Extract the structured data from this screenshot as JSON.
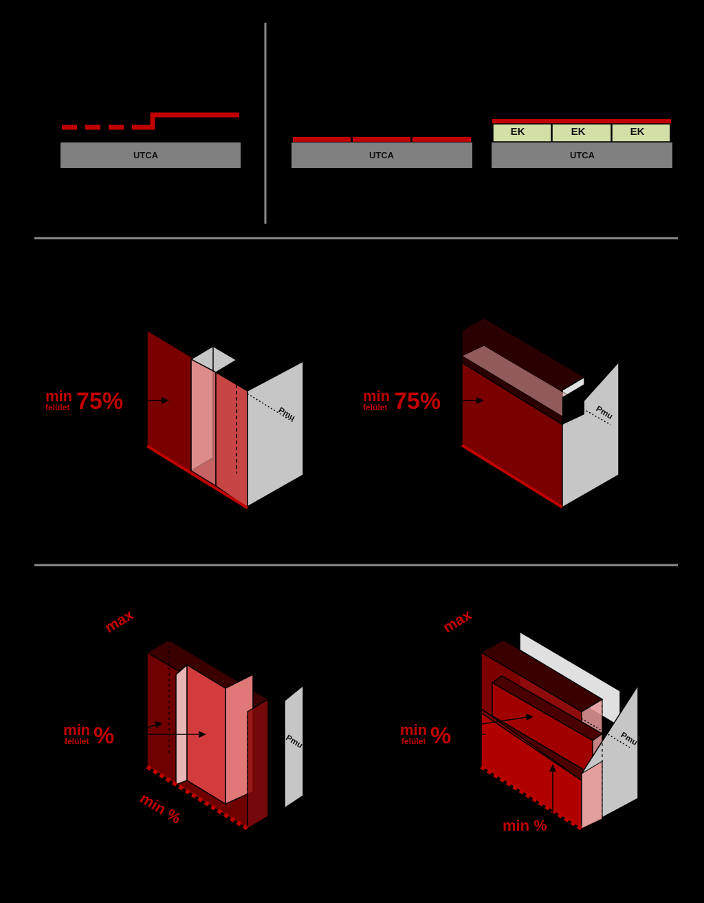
{
  "colors": {
    "background": "#000000",
    "red": "#c00000",
    "dark_red": "#7a0000",
    "street_gray": "#808080",
    "divider_gray": "#8c8c8c",
    "ek_green": "#d2e0a8",
    "wall_gray": "#c6c6c6"
  },
  "street_label": "UTCA",
  "ek_label": "EK",
  "labels": {
    "min": "min",
    "felulet": "felület",
    "pct_75": "75%",
    "pct": "%",
    "pmu": "Pmu",
    "max": "max",
    "min_pct": "min %"
  }
}
